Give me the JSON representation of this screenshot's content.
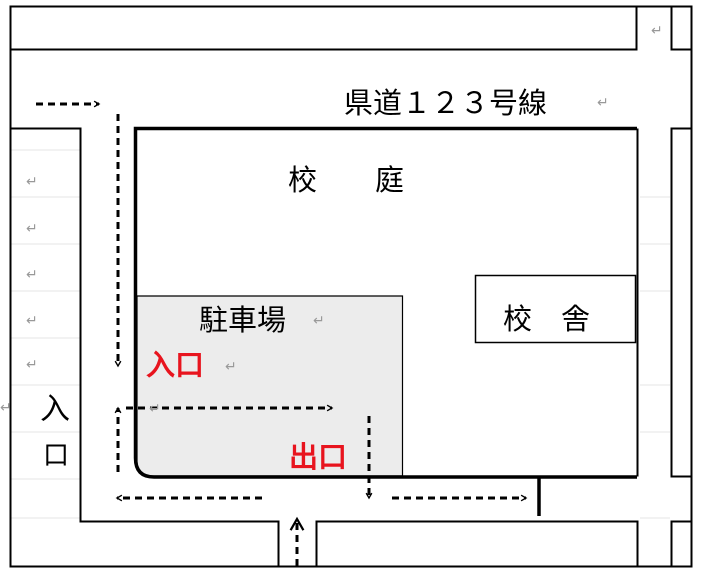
{
  "labels": {
    "road_name": "県道１２３号線",
    "courtyard": "校　　庭",
    "school_building": "校　舎",
    "parking_lot": "駐車場",
    "parking_entrance": "入口",
    "parking_exit": "出口",
    "side_entrance_top": "入",
    "side_entrance_bottom": "口"
  },
  "paragraph_mark": "↵",
  "colors": {
    "line": "#000000",
    "parking_fill": "#ececec",
    "highlight_red": "#e8141e",
    "guide_line": "#e4e4e4",
    "paragraph_mark": "#999999"
  }
}
